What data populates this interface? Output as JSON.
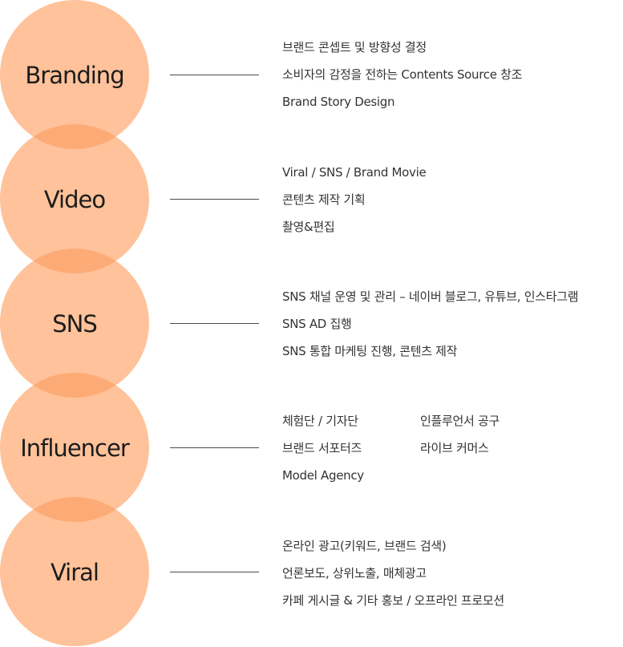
{
  "colors": {
    "circle_fill": "#ffc29a",
    "overlap_fill": "#fdab76",
    "connector": "#4a4a4a",
    "text": "#333333"
  },
  "services": [
    {
      "name": "Branding",
      "lines": [
        "브랜드 콘셉트 및 방향성 결정",
        "소비자의 감정을 전하는 Contents Source 창조",
        "Brand Story Design"
      ]
    },
    {
      "name": "Video",
      "lines": [
        "Viral / SNS / Brand Movie",
        "콘텐츠 제작 기획",
        "촬영&편집"
      ]
    },
    {
      "name": "SNS",
      "lines": [
        "SNS 채널 운영 및 관리 – 네이버 블로그, 유튜브, 인스타그램",
        "SNS AD 집행",
        "SNS 통합 마케팅 진행, 콘텐츠 제작"
      ]
    },
    {
      "name": "Influencer",
      "lines": [
        "체험단 / 기자단",
        "인플루언서 공구",
        "브랜드 서포터즈",
        "라이브 커머스",
        "Model Agency"
      ]
    },
    {
      "name": "Viral",
      "lines": [
        "온라인 광고(키워드, 브랜드 검색)",
        "언론보도, 상위노출, 매체광고",
        "카페 게시글 & 기타 홍보 / 오프라인 프로모션"
      ]
    }
  ]
}
